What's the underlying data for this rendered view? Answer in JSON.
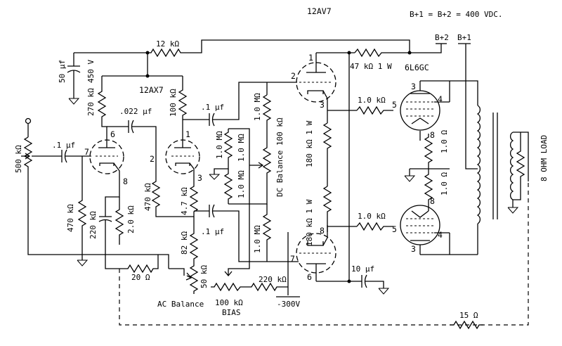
{
  "title_tube": "12AV7",
  "supply_note": "B+1 = B+2 = 400 VDC.",
  "terminals": {
    "bplus2": "B+2",
    "bplus1": "B+1",
    "neg300": "-300V"
  },
  "tubes": {
    "first": "12AX7",
    "output": "6L6GC"
  },
  "load": "8 OHM LOAD",
  "labels": {
    "c_50uf": "50 µf",
    "c_50uf_v": "450 V",
    "r_12k": "12 kΩ",
    "r_270k": "270 kΩ",
    "c_022": ".022 µf",
    "r_100k_plate": "100 kΩ",
    "c_1_in": ".1 µf",
    "c_1_mid": ".1 µf",
    "c_1_low": ".1 µf",
    "r_500k": "500 kΩ",
    "r_470k_grid": "470 kΩ",
    "r_220k": "220 kΩ",
    "r_2k": "2.0 kΩ",
    "r_470k_cath": "470 kΩ",
    "r_47k": "4.7 kΩ",
    "r_82k": "82 kΩ",
    "r_20": "20 Ω",
    "r_50k": "50 kΩ",
    "ac_balance": "AC Balance",
    "r_1M_a": "1.0 MΩ",
    "r_1M_b": "1.0 MΩ",
    "r_1M_c": "1.0 MΩ",
    "r_1M_d": "1.0 MΩ",
    "r_1M_e": "1.0 MΩ",
    "dc_balance": "DC Balance 100 kΩ",
    "r_47k_1w": "47 kΩ 1 W",
    "r_180k_a": "180 kΩ 1 W",
    "r_180k_b": "180 kΩ 1 W",
    "r_1k_a": "1.0 kΩ",
    "r_1k_b": "1.0 kΩ",
    "r_1_a": "1.0 Ω",
    "r_1_b": "1.0 Ω",
    "c_10uf": "10 µf",
    "bias_pot": "100 kΩ",
    "bias": "BIAS",
    "r_220k_bias": "220 kΩ",
    "r_15": "15 Ω"
  },
  "pins": {
    "v1_g": "7",
    "v1_k": "8",
    "v1_p": "6",
    "v2_p": "1",
    "v2_g": "2",
    "v2_k": "3",
    "v3_p": "1",
    "v3_g": "2",
    "v3_k": "3",
    "v4_k": "8",
    "v4_g": "7",
    "v4_p": "6",
    "v5_p": "3",
    "v5_g": "5",
    "v5_s": "4",
    "v5_k": "8",
    "v6_k": "8",
    "v6_g": "5",
    "v6_s": "4",
    "v6_p": "3"
  }
}
